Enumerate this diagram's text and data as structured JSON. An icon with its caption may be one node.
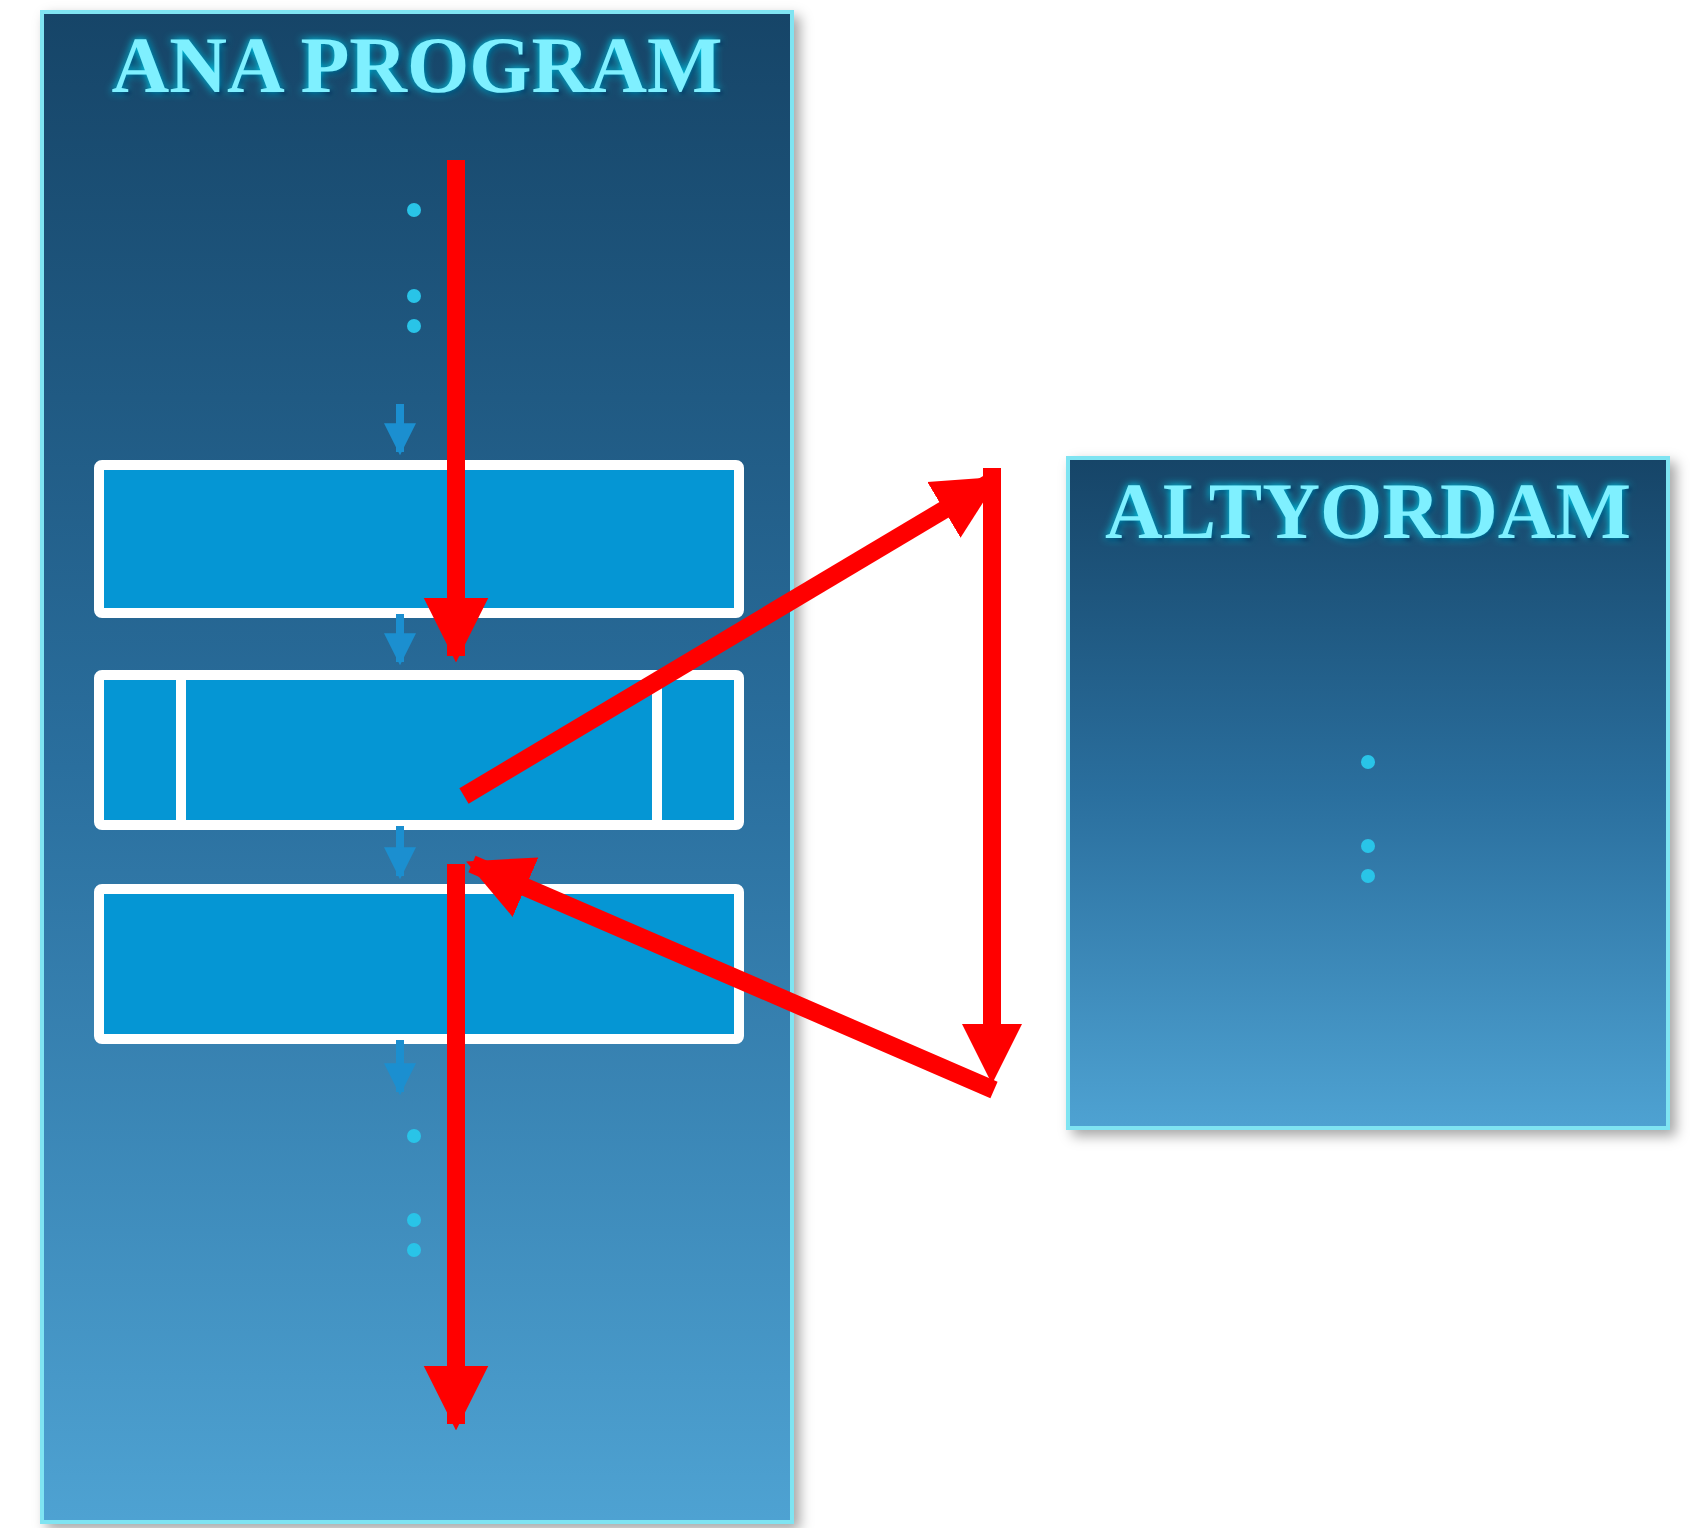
{
  "diagram": {
    "nodes": [
      {
        "text": [
          "ANA PROGRAM"
        ]
      },
      {
        "text": [],
        "shape": "box",
        "in": 0
      },
      {
        "text": [],
        "shape": "box",
        "in": 0
      },
      {
        "text": [],
        "shape": "box",
        "in": 0
      },
      {
        "text": [
          "ALTYORDAM"
        ]
      }
    ],
    "edges": [
      {
        "from": null,
        "to": 2,
        "arrow": "to",
        "style": "thick",
        "color": "#ff0000"
      },
      {
        "from": 2,
        "to": 4,
        "arrow": "to",
        "style": "thick",
        "color": "#ff0000"
      },
      {
        "from": 4,
        "to": 3,
        "arrow": "to",
        "style": "thick",
        "color": "#ff0000"
      },
      {
        "from": 3,
        "to": null,
        "arrow": "to",
        "style": "thick",
        "color": "#ff0000"
      },
      {
        "from": null,
        "to": 1,
        "arrow": "to",
        "color": "#1b8fd0"
      },
      {
        "from": 1,
        "to": 2,
        "arrow": "to",
        "color": "#1b8fd0"
      },
      {
        "from": 2,
        "to": 3,
        "arrow": "to",
        "color": "#1b8fd0"
      },
      {
        "from": 3,
        "to": null,
        "arrow": "to",
        "color": "#1b8fd0"
      }
    ]
  }
}
